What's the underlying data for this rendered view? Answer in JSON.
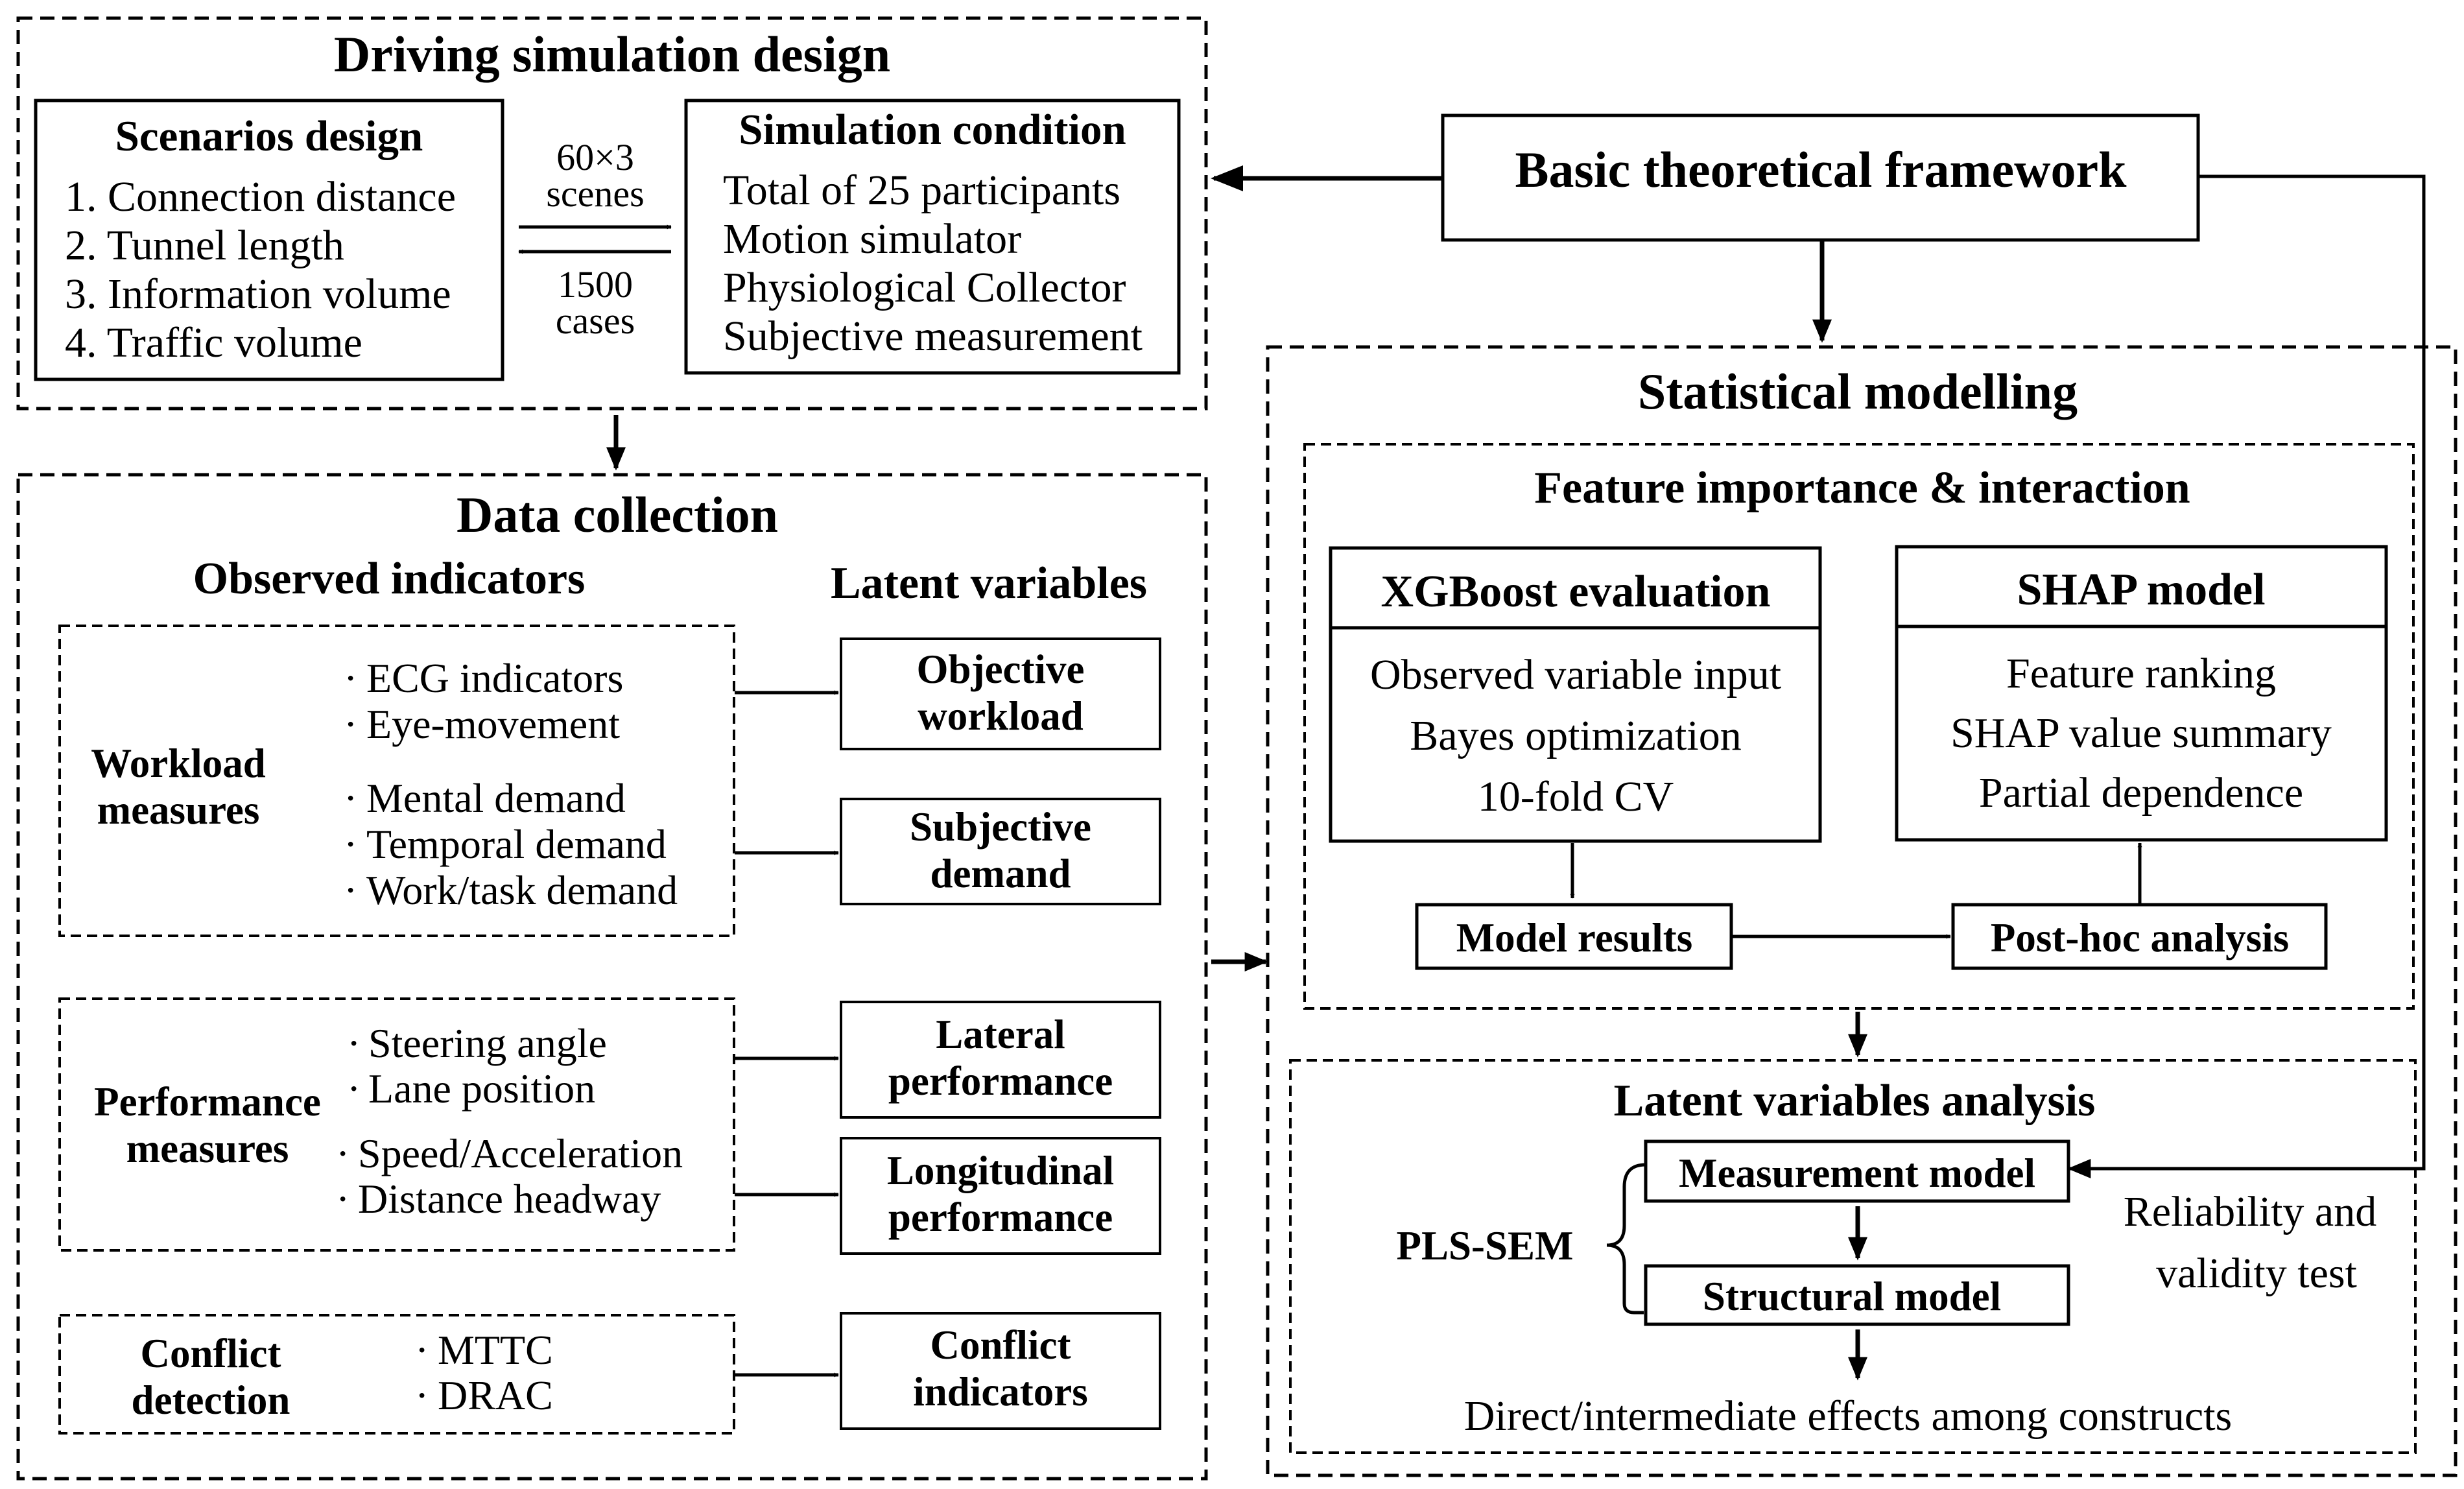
{
  "driving_simulation": {
    "title": "Driving simulation design",
    "scenarios": {
      "title": "Scenarios design",
      "items": [
        "1. Connection distance",
        "2. Tunnel length",
        "3. Information volume",
        "4. Traffic volume"
      ]
    },
    "arrow_top_label": [
      "60×3",
      "scenes"
    ],
    "arrow_bottom_label": [
      "1500",
      "cases"
    ],
    "simulation": {
      "title": "Simulation condition",
      "items": [
        "Total of 25 participants",
        "Motion simulator",
        "Physiological Collector",
        "Subjective measurement"
      ]
    }
  },
  "framework": {
    "title": "Basic theoretical framework"
  },
  "data_collection": {
    "title": "Data collection",
    "observed_header": "Observed indicators",
    "latent_header": "Latent variables",
    "workload": {
      "label": [
        "Workload",
        "measures"
      ],
      "items_a": [
        "ECG indicators",
        "Eye-movement"
      ],
      "items_b": [
        "Mental demand",
        "Temporal demand",
        "Work/task demand"
      ]
    },
    "performance": {
      "label": [
        "Performance",
        "measures"
      ],
      "items_a": [
        "Steering angle",
        "Lane position"
      ],
      "items_b": [
        "Speed/Acceleration",
        "Distance headway"
      ]
    },
    "conflict": {
      "label": [
        "Conflict",
        "detection"
      ],
      "items": [
        "MTTC",
        "DRAC"
      ]
    },
    "latents": {
      "objective": [
        "Objective",
        "workload"
      ],
      "subjective": [
        "Subjective",
        "demand"
      ],
      "lateral": [
        "Lateral",
        "performance"
      ],
      "longitudinal": [
        "Longitudinal",
        "performance"
      ],
      "conflict": [
        "Conflict",
        "indicators"
      ]
    }
  },
  "statistical_modelling": {
    "title": "Statistical modelling",
    "feature": {
      "title": "Feature importance & interaction",
      "xgboost": {
        "title": "XGBoost evaluation",
        "items": [
          "Observed variable input",
          "Bayes optimization",
          "10-fold CV"
        ]
      },
      "shap": {
        "title": "SHAP model",
        "items": [
          "Feature ranking",
          "SHAP value summary",
          "Partial dependence"
        ]
      },
      "model_results": "Model results",
      "posthoc": "Post-hoc analysis"
    },
    "latent_analysis": {
      "title": "Latent variables analysis",
      "pls_sem": "PLS-SEM",
      "measurement": "Measurement model",
      "structural": "Structural model",
      "reliability": [
        "Reliability and",
        "validity test"
      ],
      "effects": "Direct/intermediate effects among constructs"
    }
  }
}
